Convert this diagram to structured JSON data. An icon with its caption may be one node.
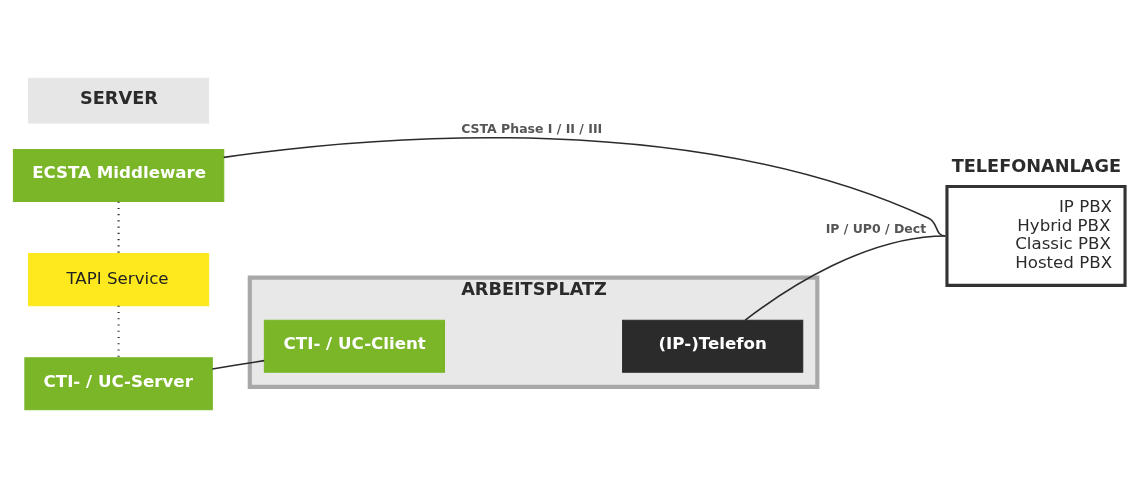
{
  "diagram": {
    "nodes": [
      {
        "text": [
          "SERVER"
        ]
      },
      {
        "text": [
          "TELEFONANLAGE",
          "IP PBX",
          "Hybrid PBX",
          "Classic PBX",
          "Hosted PBX"
        ]
      },
      {
        "text": [
          "ECSTA Middleware"
        ]
      },
      {
        "text": [
          "TAPI Service"
        ]
      },
      {
        "text": [
          "ARBEITSPLATZ"
        ]
      },
      {
        "text": [
          "CTI- / UC-Server"
        ]
      },
      {
        "text": [
          "CTI- / UC-Client"
        ],
        "in": 4
      },
      {
        "text": [
          "(IP-)Telefon"
        ],
        "in": 4
      }
    ],
    "edges": [
      {
        "from": 2,
        "to": 1,
        "arrow": "none",
        "label": "CSTA Phase I / II / III"
      },
      {
        "from": 2,
        "to": 3,
        "arrow": "none",
        "style": "dashed"
      },
      {
        "from": 3,
        "to": 5,
        "arrow": "none",
        "style": "dashed"
      },
      {
        "from": 5,
        "to": 6,
        "arrow": "none"
      },
      {
        "from": 7,
        "to": 1,
        "arrow": "none",
        "label": "IP / UP0 / Dect"
      }
    ]
  }
}
